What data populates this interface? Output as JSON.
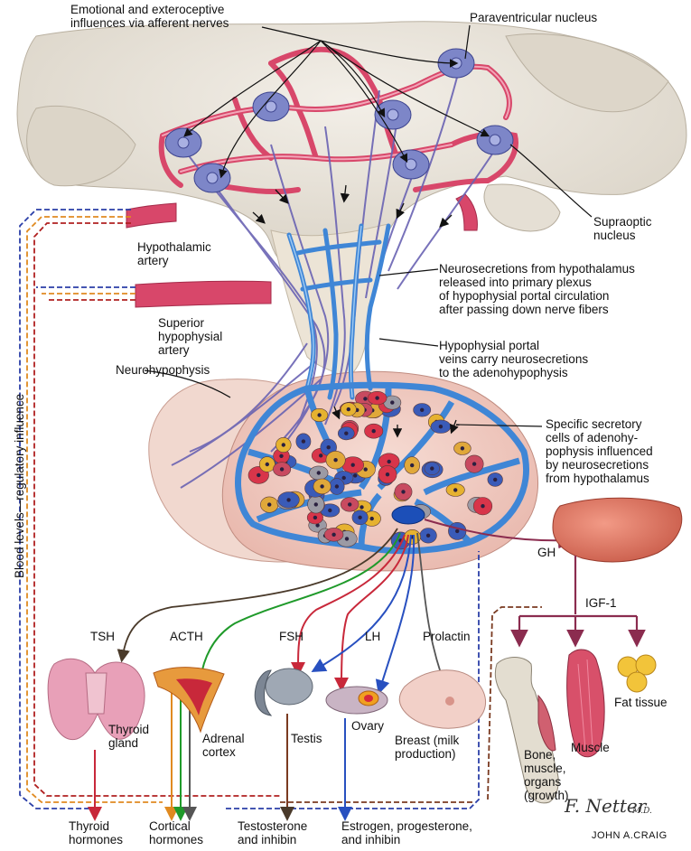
{
  "labels": {
    "emotional": "Emotional and exteroceptive\ninfluences via afferent nerves",
    "paraventricular": "Paraventricular nucleus",
    "supraoptic": "Supraoptic\nnucleus",
    "hypothalamic_artery": "Hypothalamic\nartery",
    "neurosecretions": "Neurosecretions from hypothalamus\nreleased into primary plexus\nof hypophysial portal circulation\nafter passing down nerve fibers",
    "superior_artery": "Superior\nhypophysial\nartery",
    "portal_veins": "Hypophysial portal\nveins carry neurosecretions\nto the adenohypophysis",
    "neurohypophysis": "Neurohypophysis",
    "secretory_cells": "Specific secretory\ncells of adenohy-\npophysis influenced\nby neurosecretions\nfrom hypothalamus",
    "blood_levels": "Blood levels—regulatory influence",
    "gh": "GH",
    "igf1": "IGF-1",
    "tsh": "TSH",
    "acth": "ACTH",
    "fsh": "FSH",
    "lh": "LH",
    "prolactin": "Prolactin",
    "thyroid_gland": "Thyroid\ngland",
    "adrenal_cortex": "Adrenal\ncortex",
    "testis": "Testis",
    "ovary": "Ovary",
    "breast": "Breast (milk\nproduction)",
    "bone": "Bone,\nmuscle,\norgans\n(growth)",
    "muscle": "Muscle",
    "fat": "Fat tissue",
    "thyroid_hormones": "Thyroid\nhormones",
    "cortical_hormones": "Cortical\nhormones",
    "testosterone": "Testosterone\nand inhibin",
    "estrogen": "Estrogen, progesterone,\nand inhibin"
  },
  "signature": {
    "name": "F. Netter",
    "suffix": "M.D.",
    "credit": "JOHN A.CRAIG"
  },
  "colors": {
    "brain": "#e7e2d8",
    "vessel_red": "#d8476a",
    "vessel_blue": "#3f86d6",
    "neuron": "#7d86c8",
    "pituitary": "#f1cfc7",
    "liver": "#e07a67",
    "tsh_line": "#4a3a2a",
    "acth_line": "#1f9a2a",
    "fsh_line": "#c8283a",
    "lh_line": "#2850c0",
    "prolactin_line": "#555555",
    "gh_line": "#8b2c4f",
    "feedback_blue": "#2b3fa8",
    "feedback_orange": "#e08a20",
    "feedback_red": "#b02020",
    "feedback_brown": "#7a3a20"
  }
}
